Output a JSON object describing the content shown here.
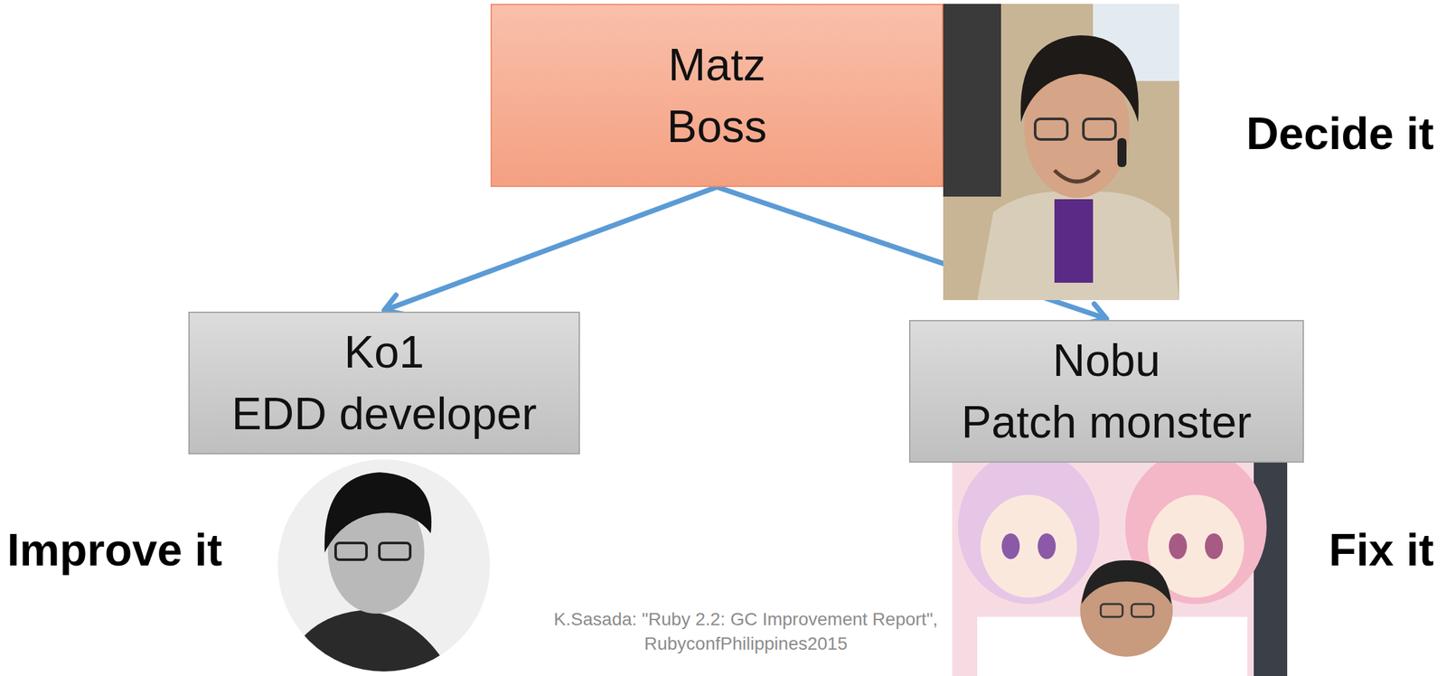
{
  "diagram": {
    "caption": "K.Sasada: \"Ruby 2.2: GC Improvement Report\", RubyconfPhilippines2015",
    "nodes": [
      {
        "text": [
          "Matz",
          "Boss"
        ]
      },
      {
        "text": [
          "Ko1",
          "EDD developer"
        ]
      },
      {
        "text": [
          "Nobu",
          "Patch monster"
        ]
      }
    ],
    "edges": [
      {
        "from": 0,
        "to": 1,
        "arrow": "to"
      },
      {
        "from": 0,
        "to": 2,
        "arrow": "to"
      }
    ],
    "labels": [
      "Decide it",
      "Improve it",
      "Fix it"
    ]
  }
}
